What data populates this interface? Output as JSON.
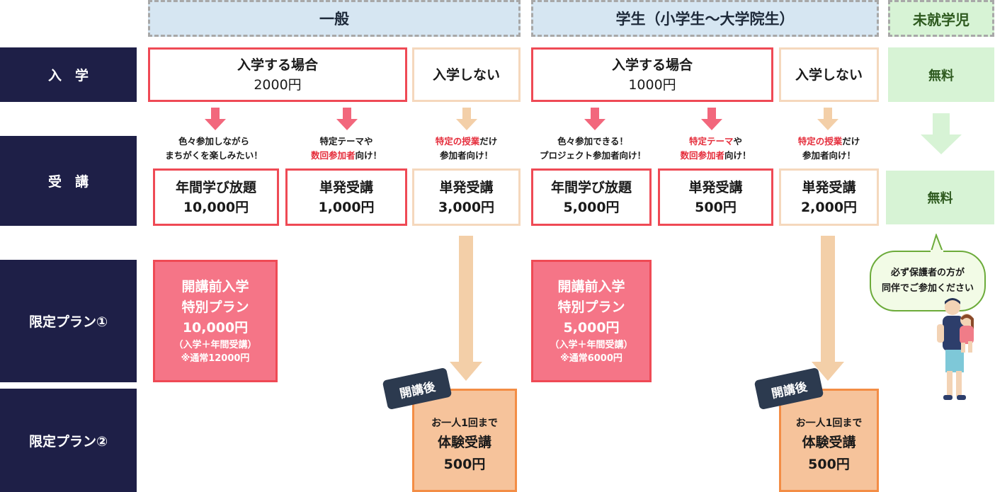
{
  "headers": {
    "general": "一般",
    "student": "学生（小学生〜大学院生）",
    "preschool": "未就学児"
  },
  "rows": {
    "enroll": "入　学",
    "lecture": "受　講",
    "plan1": "限定プラン①",
    "plan2": "限定プラン②"
  },
  "general": {
    "enroll_yes_title": "入学する場合",
    "enroll_yes_price": "2000円",
    "enroll_no": "入学しない",
    "desc1_line1": "色々参加しながら",
    "desc1_line2": "まちがくを楽しみたい！",
    "desc2_line1": "特定テーマや",
    "desc2_line2_hl": "数回参加者",
    "desc2_line2_rest": "向け！",
    "desc3_line1_hl": "特定の授業",
    "desc3_line1_rest": "だけ",
    "desc3_line2": "参加者向け！",
    "lec1_title": "年間学び放題",
    "lec1_price": "10,000円",
    "lec2_title": "単発受講",
    "lec2_price": "1,000円",
    "lec3_title": "単発受講",
    "lec3_price": "3,000円",
    "plan1_l1": "開講前入学",
    "plan1_l2": "特別プラン",
    "plan1_l3": "10,000円",
    "plan1_l4": "（入学＋年間受講）",
    "plan1_l5": "※通常12000円",
    "tag": "開講後",
    "plan2_l1": "お一人1回まで",
    "plan2_l2": "体験受講",
    "plan2_l3": "500円"
  },
  "student": {
    "enroll_yes_title": "入学する場合",
    "enroll_yes_price": "1000円",
    "enroll_no": "入学しない",
    "desc1_line1": "色々参加できる！",
    "desc1_line2": "プロジェクト参加者向け！",
    "desc2_line1_hl": "特定テーマ",
    "desc2_line1_rest": "や",
    "desc2_line2_hl": "数回参加者",
    "desc2_line2_rest": "向け！",
    "desc3_line1_hl": "特定の授業",
    "desc3_line1_rest": "だけ",
    "desc3_line2": "参加者向け！",
    "lec1_title": "年間学び放題",
    "lec1_price": "5,000円",
    "lec2_title": "単発受講",
    "lec2_price": "500円",
    "lec3_title": "単発受講",
    "lec3_price": "2,000円",
    "plan1_l1": "開講前入学",
    "plan1_l2": "特別プラン",
    "plan1_l3": "5,000円",
    "plan1_l4": "（入学＋年間受講）",
    "plan1_l5": "※通常6000円",
    "tag": "開講後",
    "plan2_l1": "お一人1回まで",
    "plan2_l2": "体験受講",
    "plan2_l3": "500円"
  },
  "preschool": {
    "enroll": "無料",
    "lecture": "無料",
    "bubble_l1": "必ず保護者の方が",
    "bubble_l2": "同伴でご参加ください"
  },
  "colors": {
    "navy": "#1e1f47",
    "red": "#ef4a55",
    "pink": "#f57587",
    "arrow_pink": "#f2677c",
    "beige": "#f5d8bd",
    "orange": "#f38d45",
    "green": "#d7f3d5"
  }
}
